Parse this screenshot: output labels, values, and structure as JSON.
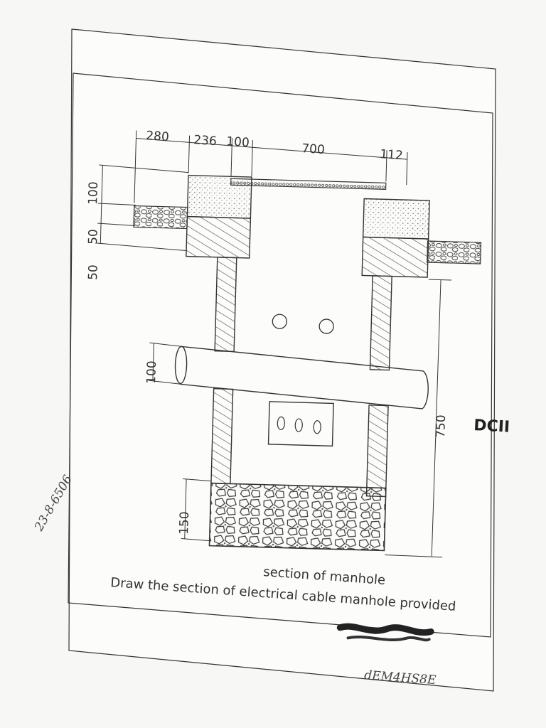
{
  "dimensions_top": [
    "280",
    "236",
    "100",
    "700",
    "112"
  ],
  "dimensions_left": [
    "100",
    "50",
    "50"
  ],
  "pipe_dim": "100",
  "height_dim": "750",
  "base_dim": "150",
  "caption_title": "section of manhole",
  "caption_instruction": "Draw the section of electrical cable manhole provided",
  "stamp": "DCII",
  "handwritten_left": "23-8-6506",
  "handwritten_bottom": "dEM4HS8E"
}
